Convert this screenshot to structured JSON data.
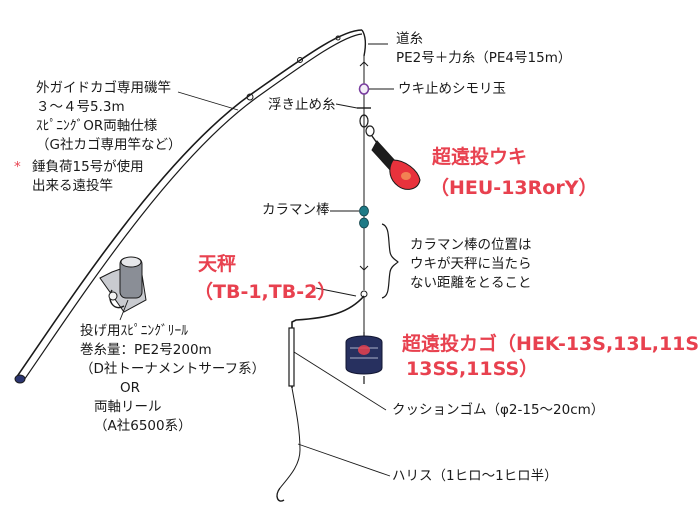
{
  "labels": {
    "main_line": [
      "道糸",
      "PE2号＋力糸（PE4号15m）"
    ],
    "float_stop": "ウキ止めシモリ玉",
    "float_stop_line": "浮き止め糸",
    "rod": [
      "外ガイドカゴ専用磯竿",
      "３～４号5.3m",
      "ｽﾋﾟﾆﾝｸﾞOR両軸仕様",
      "（G社カゴ専用竿など）"
    ],
    "rod_note_mark": "*",
    "rod_note": [
      "錘負荷15号が使用",
      "出来る遠投竿"
    ],
    "float_name": "超遠投ウキ",
    "float_model": "（HEU-13RorY）",
    "karaman": "カラマン棒",
    "karaman_note": [
      "カラマン棒の位置は",
      "ウキが天秤に当たら",
      "ない距離をとること"
    ],
    "tenbin_name": "天秤",
    "tenbin_model": "（TB-1,TB-2）",
    "kago": [
      "超遠投カゴ（HEK-13S,13L,11S,",
      "13SS,11SS）"
    ],
    "reel": [
      "投げ用ｽﾋﾟﾆﾝｸﾞﾘｰﾙ",
      "巻糸量：PE2号200m",
      "（D社トーナメントサーフ系）",
      "OR",
      "両軸リール",
      "（A社6500系）"
    ],
    "cushion": "クッションゴム（φ2-15～20cm）",
    "harisu": "ハリス（1ヒロ～1ヒロ半）"
  },
  "colors": {
    "ink": "#1a1a1a",
    "accent_red": "#e8414f",
    "float_red": "#e8323c",
    "float_black": "#1c1c1c",
    "bead_teal": "#1f7a86",
    "bead_purple": "#7a3fa0",
    "basket_navy": "#27305f",
    "reel_gray": "#8a8e96",
    "rod_tip_navy": "#2b3570"
  }
}
